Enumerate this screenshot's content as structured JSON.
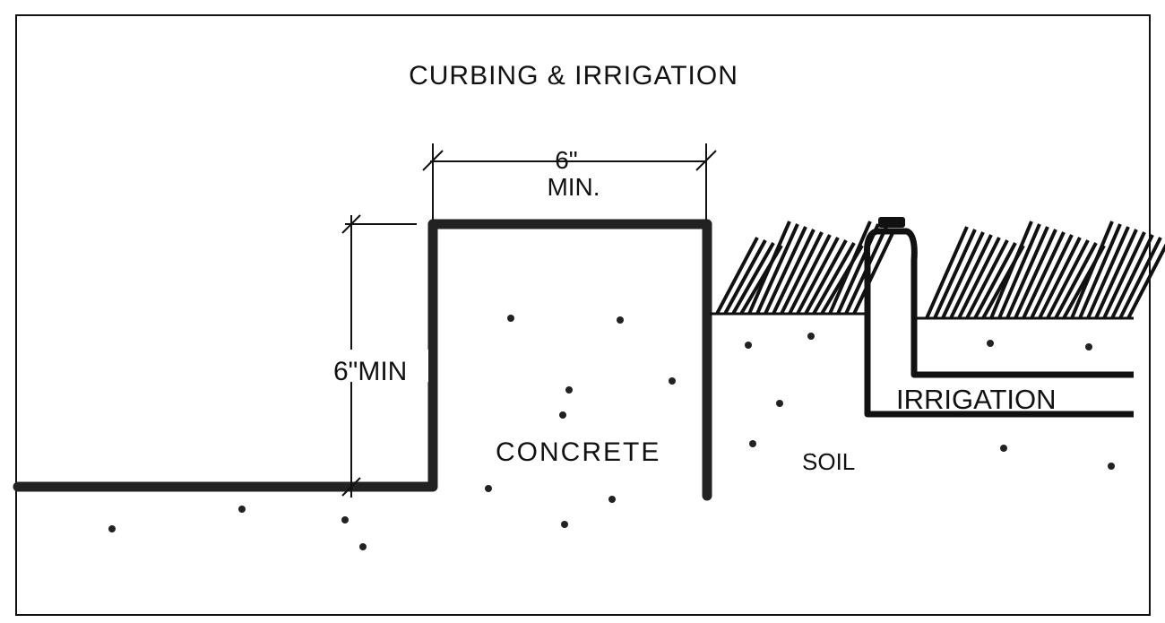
{
  "title": "CURBING & IRRIGATION",
  "dimensions": {
    "width_value": "6\"",
    "width_min": "MIN.",
    "height_label": "6\"MIN"
  },
  "labels": {
    "concrete": "CONCRETE",
    "soil": "SOIL",
    "irrigation": "IRRIGATION"
  },
  "colors": {
    "ink": "#111111",
    "background": "#ffffff"
  }
}
